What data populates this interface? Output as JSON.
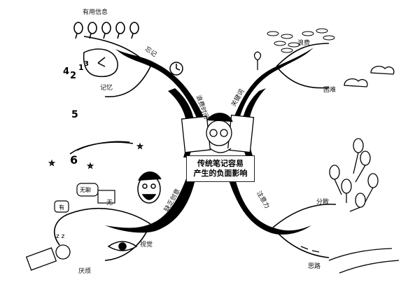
{
  "center": {
    "line1": "传统笔记容易",
    "line2": "产生的负面影响"
  },
  "branches": {
    "top_left": {
      "label": "浪费时间",
      "subs": [
        "有用信息",
        "忘记",
        "记忆"
      ]
    },
    "top_right": {
      "label": "关键词",
      "subs": [
        "浪费",
        "困难"
      ]
    },
    "bottom_left": {
      "label": "缺乏创意",
      "subs": [
        "视觉",
        "厌烦",
        "无"
      ]
    },
    "bottom_right": {
      "label": "注意力",
      "subs": [
        "分散",
        "思路"
      ]
    }
  },
  "bubbles": {
    "mid_left": "无聊",
    "bag": "有"
  },
  "icons": [
    "clock-icon",
    "balloon-icon",
    "cloud-icon",
    "eye-icon",
    "face-icon",
    "stars-icon"
  ]
}
